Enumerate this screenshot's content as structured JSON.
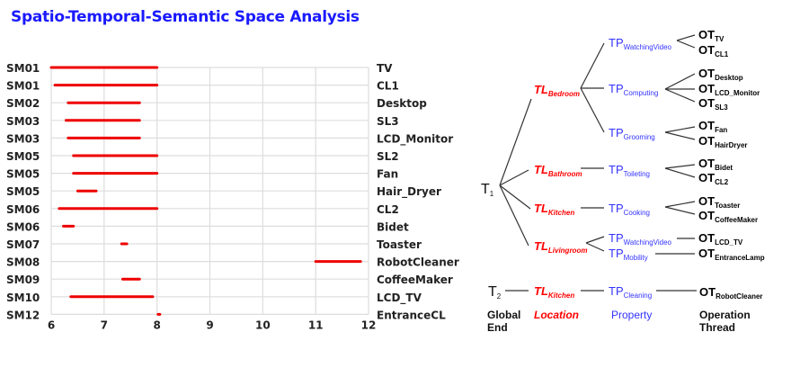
{
  "title": "Spatio-Temporal-Semantic Space Analysis",
  "colors": {
    "bar": "#ee0000",
    "title": "#1a1aff",
    "location": "#ff0000",
    "property": "#3333ff"
  },
  "chart_data": {
    "type": "gantt",
    "title": "Spatio-Temporal-Semantic Space Analysis",
    "xlim": [
      6,
      12
    ],
    "xticks": [
      "6",
      "7",
      "8",
      "9",
      "10",
      "11",
      "12"
    ],
    "grid": true,
    "rows": [
      {
        "sensor": "SM01",
        "object": "TV",
        "start": 6.0,
        "end": 8.0
      },
      {
        "sensor": "SM01",
        "object": "CL1",
        "start": 6.07,
        "end": 8.0
      },
      {
        "sensor": "SM02",
        "object": "Desktop",
        "start": 6.32,
        "end": 7.67
      },
      {
        "sensor": "SM03",
        "object": "SL3",
        "start": 6.28,
        "end": 7.67
      },
      {
        "sensor": "SM03",
        "object": "LCD_Monitor",
        "start": 6.32,
        "end": 7.67
      },
      {
        "sensor": "SM05",
        "object": "SL2",
        "start": 6.42,
        "end": 8.0
      },
      {
        "sensor": "SM05",
        "object": "Fan",
        "start": 6.42,
        "end": 8.0
      },
      {
        "sensor": "SM05",
        "object": "Hair_Dryer",
        "start": 6.5,
        "end": 6.85
      },
      {
        "sensor": "SM06",
        "object": "CL2",
        "start": 6.15,
        "end": 8.0
      },
      {
        "sensor": "SM06",
        "object": "Bidet",
        "start": 6.23,
        "end": 6.42
      },
      {
        "sensor": "SM07",
        "object": "Toaster",
        "start": 7.33,
        "end": 7.43
      },
      {
        "sensor": "SM08",
        "object": "RobotCleaner",
        "start": 11.0,
        "end": 11.85
      },
      {
        "sensor": "SM09",
        "object": "CoffeeMaker",
        "start": 7.35,
        "end": 7.67
      },
      {
        "sensor": "SM10",
        "object": "LCD_TV",
        "start": 6.37,
        "end": 7.92
      },
      {
        "sensor": "SM12",
        "object": "EntranceCL",
        "start": 8.02,
        "end": 8.05
      }
    ]
  },
  "tree": {
    "global": [
      {
        "main": "T",
        "sub": "1"
      },
      {
        "main": "T",
        "sub": "2"
      }
    ],
    "locations": [
      {
        "main": "TL",
        "sub": "Bedroom"
      },
      {
        "main": "TL",
        "sub": "Bathroom"
      },
      {
        "main": "TL",
        "sub": "Kitchen"
      },
      {
        "main": "TL",
        "sub": "Livingroom"
      },
      {
        "main": "TL",
        "sub": "Kitchen"
      }
    ],
    "properties": [
      {
        "main": "TP",
        "sub": "WatchingVideo"
      },
      {
        "main": "TP",
        "sub": "Computing"
      },
      {
        "main": "TP",
        "sub": "Grooming"
      },
      {
        "main": "TP",
        "sub": "Toileting"
      },
      {
        "main": "TP",
        "sub": "Cooking"
      },
      {
        "main": "TP",
        "sub": "WatchingVideo"
      },
      {
        "main": "TP",
        "sub": "Mobility"
      },
      {
        "main": "TP",
        "sub": "Cleaning"
      }
    ],
    "threads": [
      {
        "main": "OT",
        "sub": "TV"
      },
      {
        "main": "OT",
        "sub": "CL1"
      },
      {
        "main": "OT",
        "sub": "Desktop"
      },
      {
        "main": "OT",
        "sub": "LCD_Monitor"
      },
      {
        "main": "OT",
        "sub": "SL3"
      },
      {
        "main": "OT",
        "sub": "Fan"
      },
      {
        "main": "OT",
        "sub": "HairDryer"
      },
      {
        "main": "OT",
        "sub": "Bidet"
      },
      {
        "main": "OT",
        "sub": "CL2"
      },
      {
        "main": "OT",
        "sub": "Toaster"
      },
      {
        "main": "OT",
        "sub": "CoffeeMaker"
      },
      {
        "main": "OT",
        "sub": "LCD_TV"
      },
      {
        "main": "OT",
        "sub": "EntranceLamp"
      },
      {
        "main": "OT",
        "sub": "RobotCleaner"
      }
    ],
    "footer": {
      "global_1": "Global",
      "global_2": "End",
      "location": "Location",
      "property": "Property",
      "thread_1": "Operation",
      "thread_2": "Thread"
    }
  }
}
